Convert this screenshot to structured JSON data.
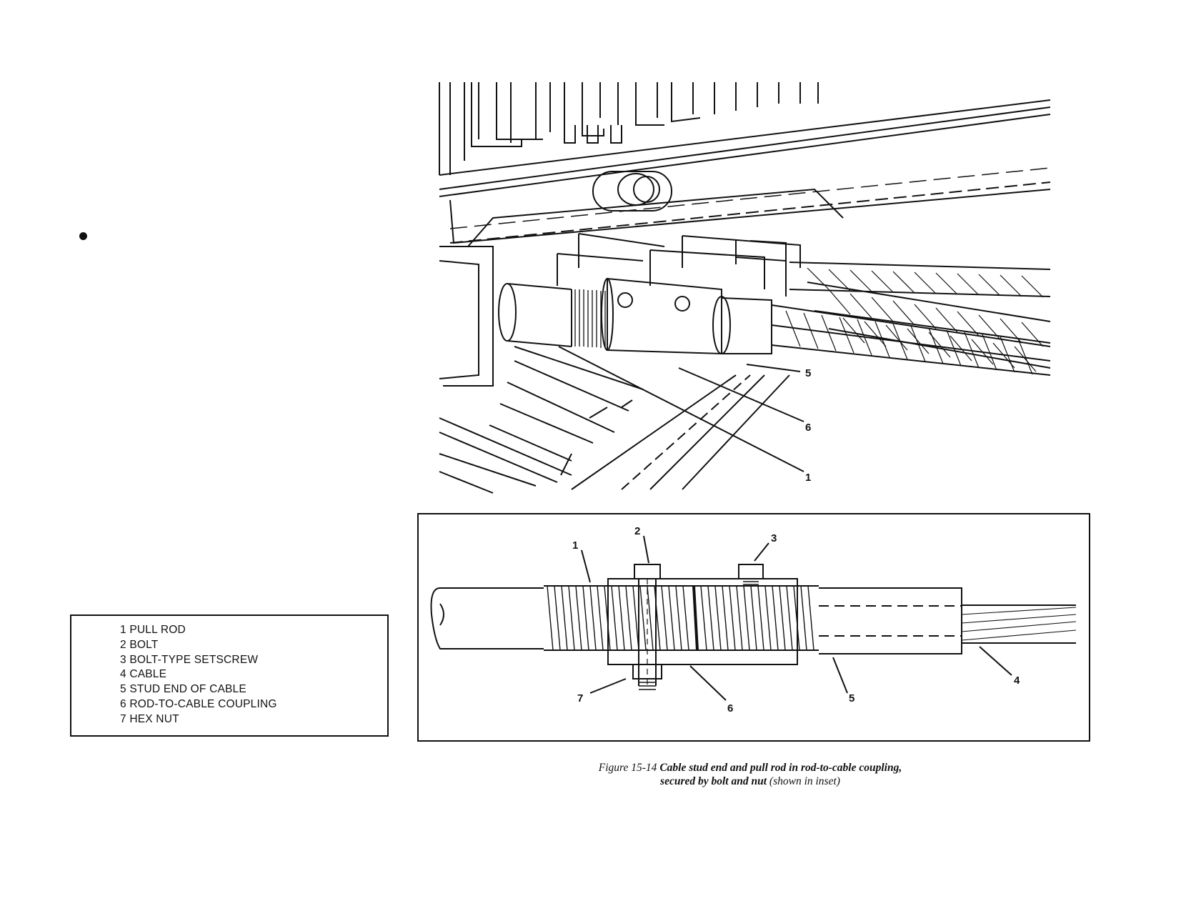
{
  "legend": {
    "items": [
      "1 PULL ROD",
      "2 BOLT",
      "3 BOLT-TYPE SETSCREW",
      "4 CABLE",
      "5 STUD END OF CABLE",
      "6 ROD-TO-CABLE COUPLING",
      "7 HEX NUT"
    ]
  },
  "main_figure": {
    "callouts": [
      "5",
      "6",
      "1"
    ]
  },
  "inset": {
    "callouts": [
      "2",
      "3",
      "1",
      "7",
      "6",
      "5",
      "4"
    ]
  },
  "caption": {
    "figure_label": "Figure 15-14",
    "bold_line1": "Cable stud end and pull rod in rod-to-cable coupling,",
    "bold_line2": "secured by bolt and nut",
    "italic_tail": "(shown in inset)"
  }
}
